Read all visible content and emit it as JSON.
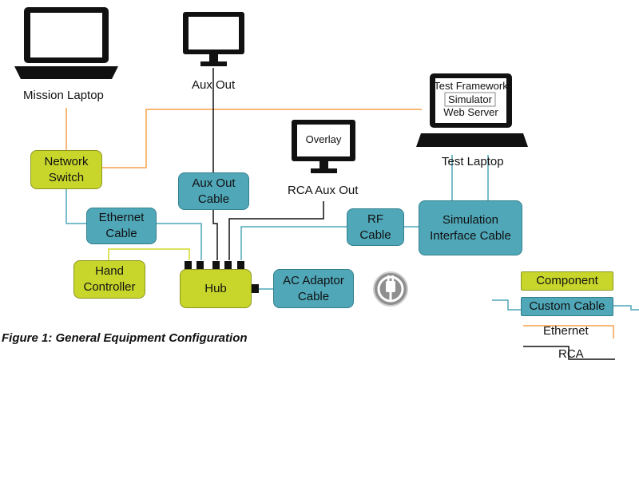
{
  "labels": {
    "mission_laptop": "Mission Laptop",
    "aux_out": "Aux Out",
    "rca_aux_out": "RCA Aux Out",
    "test_laptop": "Test Laptop",
    "overlay": "Overlay",
    "test_framework": "Test Framework",
    "simulator": "Simulator",
    "web_server": "Web Server"
  },
  "boxes": {
    "network_switch": "Network\nSwitch",
    "aux_out_cable": "Aux Out\nCable",
    "ethernet_cable": "Ethernet\nCable",
    "rf_cable": "RF\nCable",
    "simulation_interface_cable": "Simulation\nInterface Cable",
    "hand_controller": "Hand\nController",
    "hub": "Hub",
    "ac_adaptor_cable": "AC Adaptor\nCable"
  },
  "legend": {
    "component": "Component",
    "custom_cable": "Custom Cable",
    "ethernet": "Ethernet",
    "rca": "RCA"
  },
  "caption": "Figure 1: General Equipment Configuration",
  "icons": [
    "laptop-icon",
    "monitor-icon",
    "power-plug-icon"
  ],
  "colors": {
    "component": "#c8d62b",
    "cable": "#4fa7b8",
    "ethernet_line": "#f5a04a",
    "rca_line": "#111111",
    "yellow_wire": "#d4d92a"
  }
}
